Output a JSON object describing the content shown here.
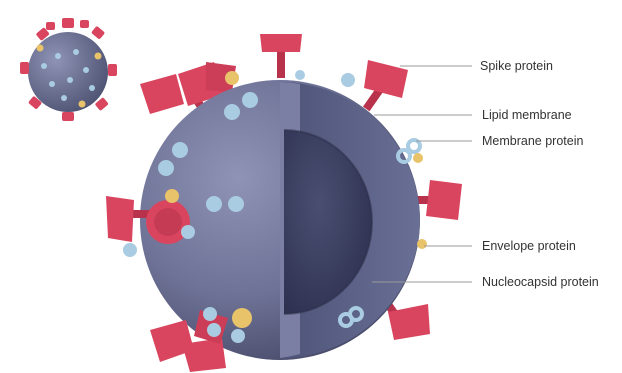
{
  "labels": {
    "spike": "Spike protein",
    "lipid": "Lipid membrane",
    "membrane": "Membrane protein",
    "envelope": "Envelope protein",
    "nucleocapsid": "Nucleocapsid protein"
  },
  "colors": {
    "background": "#ffffff",
    "envelope_surface": "#6e7296",
    "envelope_dark": "#4c4f70",
    "cut_face": "#5d6287",
    "inner_core": "#3b3f5e",
    "spike_protein": "#d9455f",
    "spike_dark": "#b8324b",
    "membrane_protein": "#a9cce3",
    "envelope_protein": "#e8c36a",
    "leader_line": "#9a9a9a",
    "label_text": "#333333"
  }
}
